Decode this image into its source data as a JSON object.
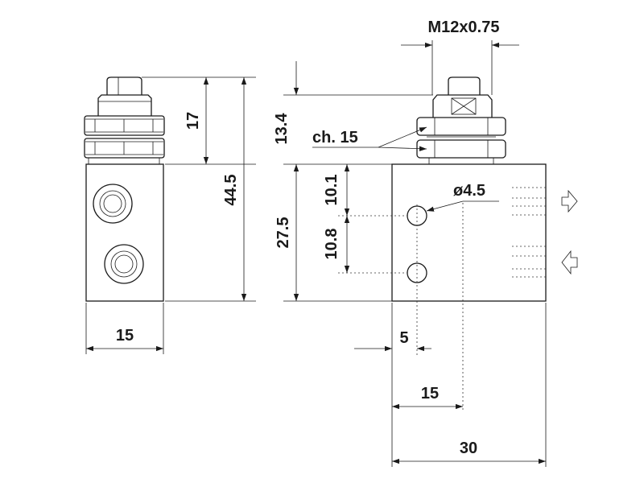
{
  "dimensions": {
    "thread": "M12x0.75",
    "height_top": "17",
    "height_total": "44.5",
    "width_side": "15",
    "height_actuator": "13.4",
    "wrench": "ch. 15",
    "port_upper": "10.1",
    "body_height": "27.5",
    "port_lower": "10.8",
    "hole_diameter": "ø4.5",
    "port_offset": "5",
    "axis_offset": "15",
    "width_front": "30"
  },
  "colors": {
    "line": "#1a1a1a",
    "background": "#ffffff"
  },
  "icons": {
    "port_out": "arrow-outline-right-icon",
    "port_in": "arrow-outline-left-icon"
  }
}
